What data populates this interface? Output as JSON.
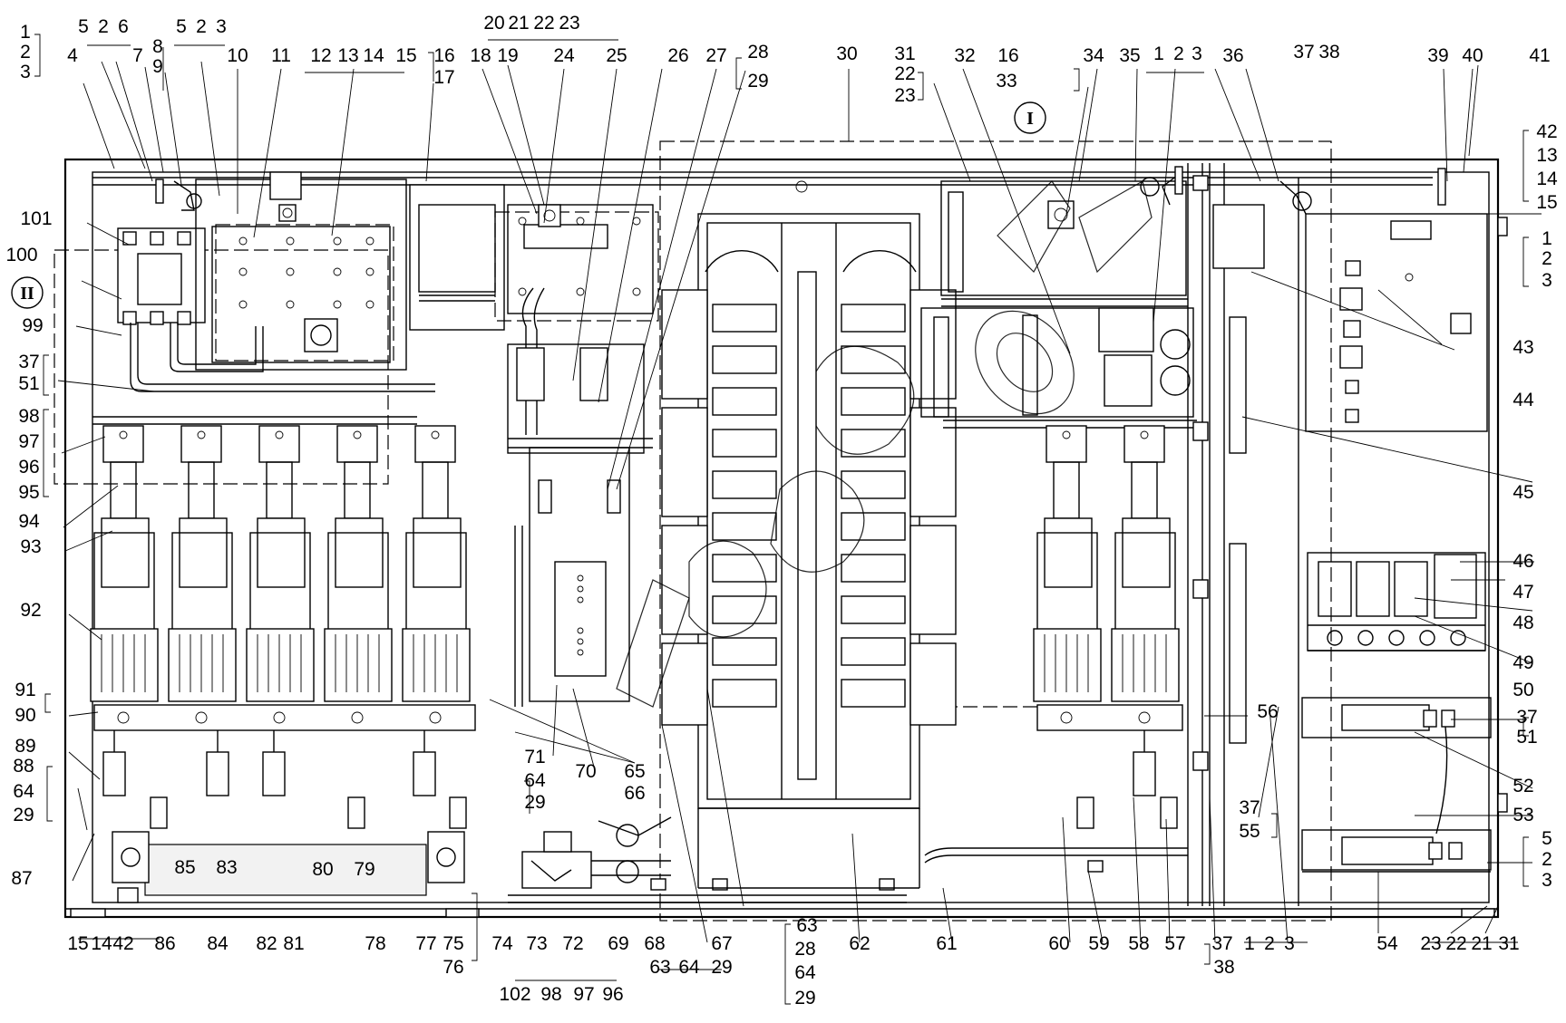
{
  "watermark_text": "",
  "section_markers": [
    {
      "id": "section-I",
      "text": "I"
    },
    {
      "id": "section-II",
      "text": "II"
    }
  ],
  "top_labels": [
    "1",
    "2",
    "3",
    "4",
    "5",
    "2",
    "6",
    "7",
    "8",
    "9",
    "5",
    "2",
    "3",
    "10",
    "11",
    "12",
    "13",
    "14",
    "15",
    "16",
    "17",
    "18",
    "19",
    "20",
    "21",
    "22",
    "23",
    "24",
    "25",
    "26",
    "27",
    "28",
    "29",
    "30",
    "31",
    "22",
    "23",
    "32",
    "16",
    "33",
    "34",
    "35",
    "1",
    "2",
    "3",
    "36",
    "37",
    "38",
    "39",
    "40",
    "41"
  ],
  "right_labels": [
    "42",
    "13",
    "14",
    "15",
    "1",
    "2",
    "3",
    "43",
    "44",
    "45",
    "46",
    "47",
    "48",
    "49",
    "50",
    "37",
    "51",
    "52",
    "53",
    "5",
    "2",
    "3"
  ],
  "left_labels": [
    "101",
    "100",
    "99",
    "37",
    "51",
    "98",
    "97",
    "96",
    "95",
    "94",
    "93",
    "92",
    "91",
    "90",
    "89",
    "88",
    "64",
    "29",
    "87"
  ],
  "bottom_labels": [
    "15",
    "14",
    "42",
    "86",
    "84",
    "82",
    "81",
    "78",
    "77",
    "75",
    "76",
    "74",
    "73",
    "72",
    "69",
    "68",
    "63",
    "64",
    "29",
    "67",
    "63",
    "28",
    "64",
    "29",
    "62",
    "61",
    "60",
    "59",
    "58",
    "57",
    "37",
    "38",
    "1",
    "2",
    "3",
    "54",
    "23",
    "22",
    "21",
    "31",
    "102",
    "98",
    "97",
    "96"
  ],
  "inner_labels": [
    "85",
    "83",
    "80",
    "79",
    "71",
    "64",
    "29",
    "70",
    "65",
    "66",
    "56",
    "37",
    "55"
  ]
}
